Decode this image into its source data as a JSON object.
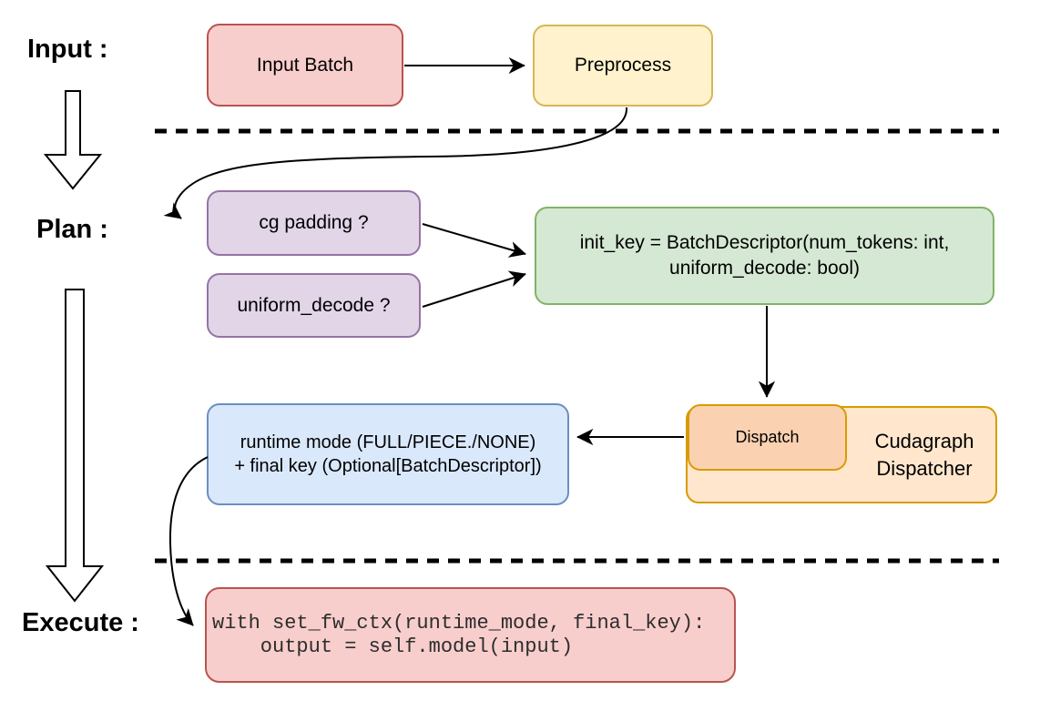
{
  "sections": {
    "input_label": "Input :",
    "plan_label": "Plan :",
    "execute_label": "Execute :"
  },
  "nodes": {
    "input_batch": {
      "label": "Input Batch"
    },
    "preprocess": {
      "label": "Preprocess"
    },
    "cg_padding": {
      "label": "cg padding ?"
    },
    "uniform_decode": {
      "label": "uniform_decode ?"
    },
    "init_key": {
      "line1": "init_key = BatchDescriptor(num_tokens: int,",
      "line2": "uniform_decode: bool)"
    },
    "dispatch": {
      "label": "Dispatch"
    },
    "cudagraph_dispatcher": {
      "line1": "Cudagraph",
      "line2": "Dispatcher"
    },
    "runtime_mode": {
      "line1": "runtime mode (FULL/PIECE./NONE)",
      "line2": "+ final key (Optional[BatchDescriptor])"
    },
    "execute_code": {
      "line1": "with set_fw_ctx(runtime_mode, final_key):",
      "line2": "    output = self.model(input)"
    }
  },
  "palette": {
    "red_fill": "#f8cecc",
    "red_stroke": "#b85450",
    "yellow_fill": "#fff2cc",
    "yellow_stroke": "#d6b656",
    "purple_fill": "#e1d5e7",
    "purple_stroke": "#9673a6",
    "green_fill": "#d5e8d4",
    "green_stroke": "#82b366",
    "blue_fill": "#dae8fc",
    "blue_stroke": "#6c8ebf",
    "orange_fill": "#ffe6cc",
    "orange_stroke": "#d79b00",
    "dispatch_fill": "#fbd2b1",
    "arrow_color": "#000000"
  }
}
